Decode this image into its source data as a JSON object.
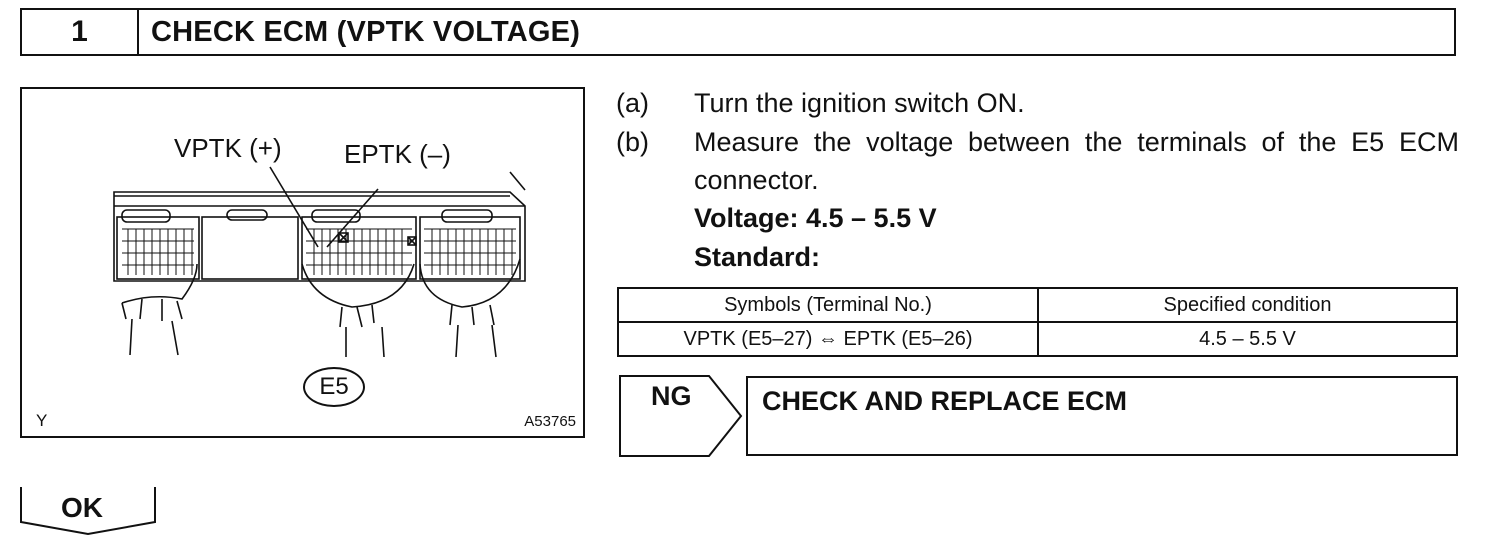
{
  "header": {
    "step_number": "1",
    "title": "CHECK ECM (VPTK VOLTAGE)"
  },
  "figure": {
    "label_vptk": "VPTK (+)",
    "label_eptk": "EPTK (–)",
    "label_connector": "E5",
    "label_corner": "Y",
    "figure_code": "A53765"
  },
  "instructions": [
    {
      "key": "(a)",
      "text": "Turn the ignition switch ON."
    },
    {
      "key": "(b)",
      "text": "Measure the voltage between the terminals of the E5 ECM connector."
    }
  ],
  "voltage_line": "Voltage: 4.5 – 5.5 V",
  "standard_label": "Standard:",
  "spec_table": {
    "headers": [
      "Symbols (Terminal No.)",
      "Specified condition"
    ],
    "rows": [
      [
        "VPTK (E5–27) ⇔ EPTK (E5–26)",
        "4.5 – 5.5 V"
      ]
    ]
  },
  "ng": {
    "tag": "NG",
    "result": "CHECK AND REPLACE ECM"
  },
  "ok": {
    "tag": "OK"
  }
}
